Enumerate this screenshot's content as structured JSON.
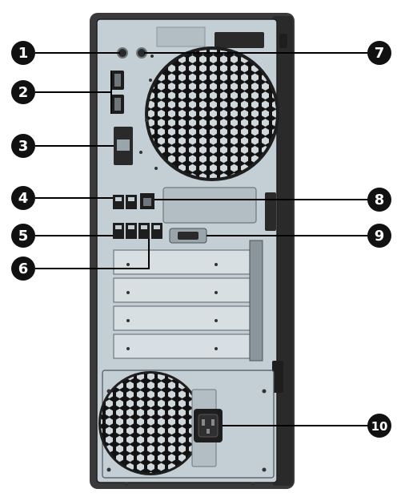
{
  "callouts": [
    {
      "number": "1",
      "side": "left"
    },
    {
      "number": "2",
      "side": "left"
    },
    {
      "number": "3",
      "side": "left"
    },
    {
      "number": "4",
      "side": "left"
    },
    {
      "number": "5",
      "side": "left"
    },
    {
      "number": "6",
      "side": "left"
    },
    {
      "number": "7",
      "side": "right"
    },
    {
      "number": "8",
      "side": "right"
    },
    {
      "number": "9",
      "side": "right"
    },
    {
      "number": "10",
      "side": "right"
    }
  ],
  "colors": {
    "chassis_outer": "#3a3a3c",
    "chassis_panel": "#c4cfd5",
    "chassis_edge": "#1e1e1f",
    "callout_fill": "#111111",
    "callout_text": "#ffffff",
    "leader_line": "#000000",
    "vent_hex": "#121212"
  }
}
